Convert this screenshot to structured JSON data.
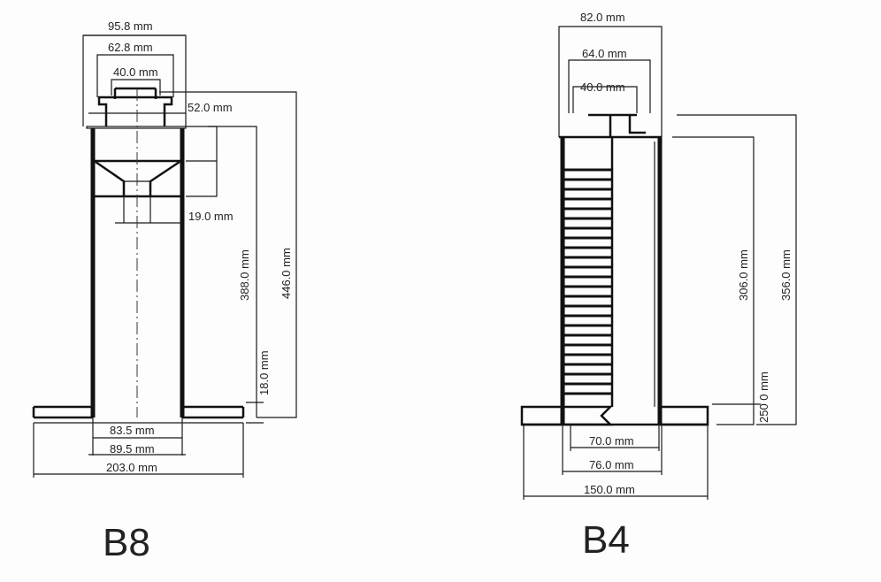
{
  "b8": {
    "label": "B8",
    "dims": {
      "top_outer": "95.8 mm",
      "top_mid": "62.8 mm",
      "top_inner": "40.0 mm",
      "neck": "52.0 mm",
      "funnel": "19.0 mm",
      "body_height": "388.0 mm",
      "total_height": "446.0 mm",
      "flange_height": "18.0 mm",
      "inner_dia": "83.5 mm",
      "outer_dia": "89.5 mm",
      "flange_dia": "203.0 mm"
    }
  },
  "b4": {
    "label": "B4",
    "dims": {
      "top_outer": "82.0 mm",
      "top_mid": "64.0 mm",
      "top_inner": "40.0 mm",
      "body_height": "306.0 mm",
      "total_height": "356.0 mm",
      "flange_height": "250 0 mm",
      "inner_dia": "70.0 mm",
      "outer_dia": "76.0 mm",
      "flange_dia": "150.0 mm"
    }
  }
}
